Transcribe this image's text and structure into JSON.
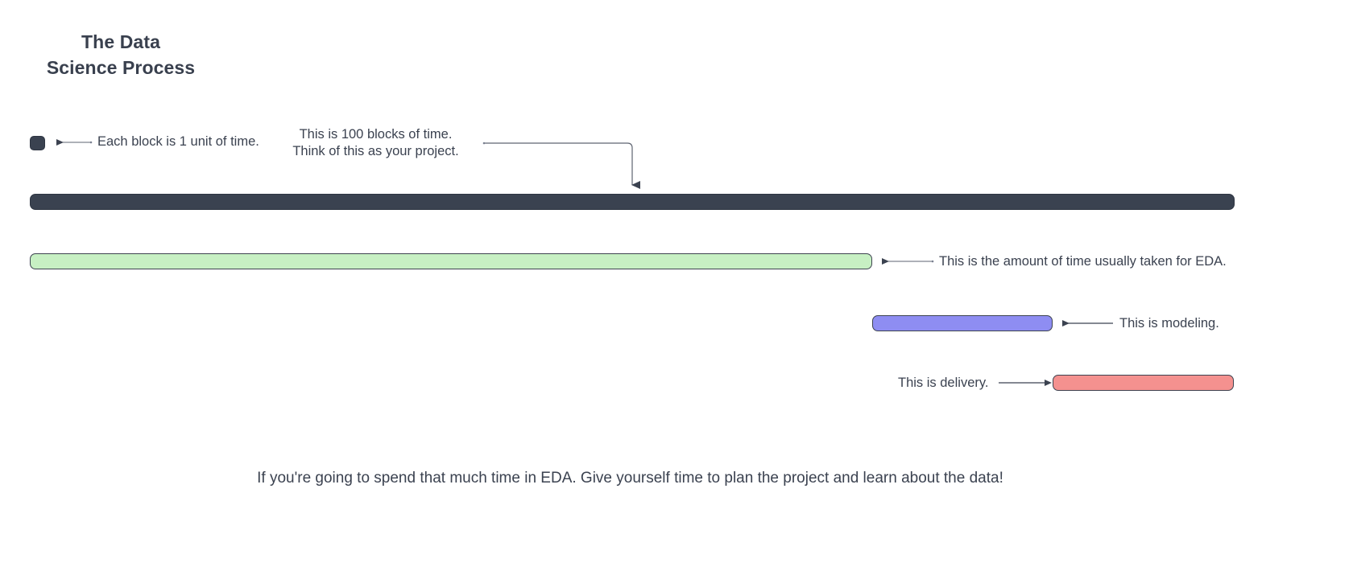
{
  "page": {
    "title_line1": "The Data",
    "title_line2": "Science Process",
    "title": "The Data\nScience Process",
    "background_color": "#ffffff",
    "text_color": "#3b4250"
  },
  "annotations": {
    "unit_block": "Each block is 1 unit of time.",
    "project_line1": "This is 100 blocks of time.",
    "project_line2": "Think of this as your project.",
    "project": "This is 100 blocks of time.\nThink of this as your project.",
    "eda": "This is the amount of time usually taken for EDA.",
    "modeling": "This is modeling.",
    "delivery": "This is delivery."
  },
  "bars": {
    "unit": {
      "label": "one unit block",
      "color": "#3a4250",
      "border_color": "#2e3542",
      "units": 1
    },
    "total": {
      "label": "total project time",
      "color": "#3a4250",
      "border_color": "#2e3542",
      "units": 100
    },
    "eda": {
      "label": "EDA",
      "color": "#c7f0c3",
      "border_color": "#3d4350",
      "units": 70
    },
    "modeling": {
      "label": "modeling",
      "color": "#8e8df2",
      "border_color": "#3d4350",
      "units": 15
    },
    "delivery": {
      "label": "delivery",
      "color": "#f4918f",
      "border_color": "#3d4350",
      "units": 15
    }
  },
  "caption": "If you're going to spend that much time in EDA. Give yourself time to plan the project and learn about the data!",
  "chart_data": {
    "type": "bar",
    "title": "The Data Science Process",
    "orientation": "horizontal",
    "unit": "blocks of time",
    "total_units": 100,
    "categories": [
      "Total project",
      "EDA",
      "Modeling",
      "Delivery"
    ],
    "values": [
      100,
      70,
      15,
      15
    ],
    "colors": [
      "#3a4250",
      "#c7f0c3",
      "#8e8df2",
      "#f4918f"
    ],
    "annotations": [
      "Each block is 1 unit of time.",
      "This is 100 blocks of time. Think of this as your project.",
      "This is the amount of time usually taken for EDA.",
      "This is modeling.",
      "This is delivery."
    ],
    "caption": "If you're going to spend that much time in EDA. Give yourself time to plan the project and learn about the data!",
    "xlabel": "",
    "ylabel": "",
    "grid": false,
    "legend": "none"
  }
}
